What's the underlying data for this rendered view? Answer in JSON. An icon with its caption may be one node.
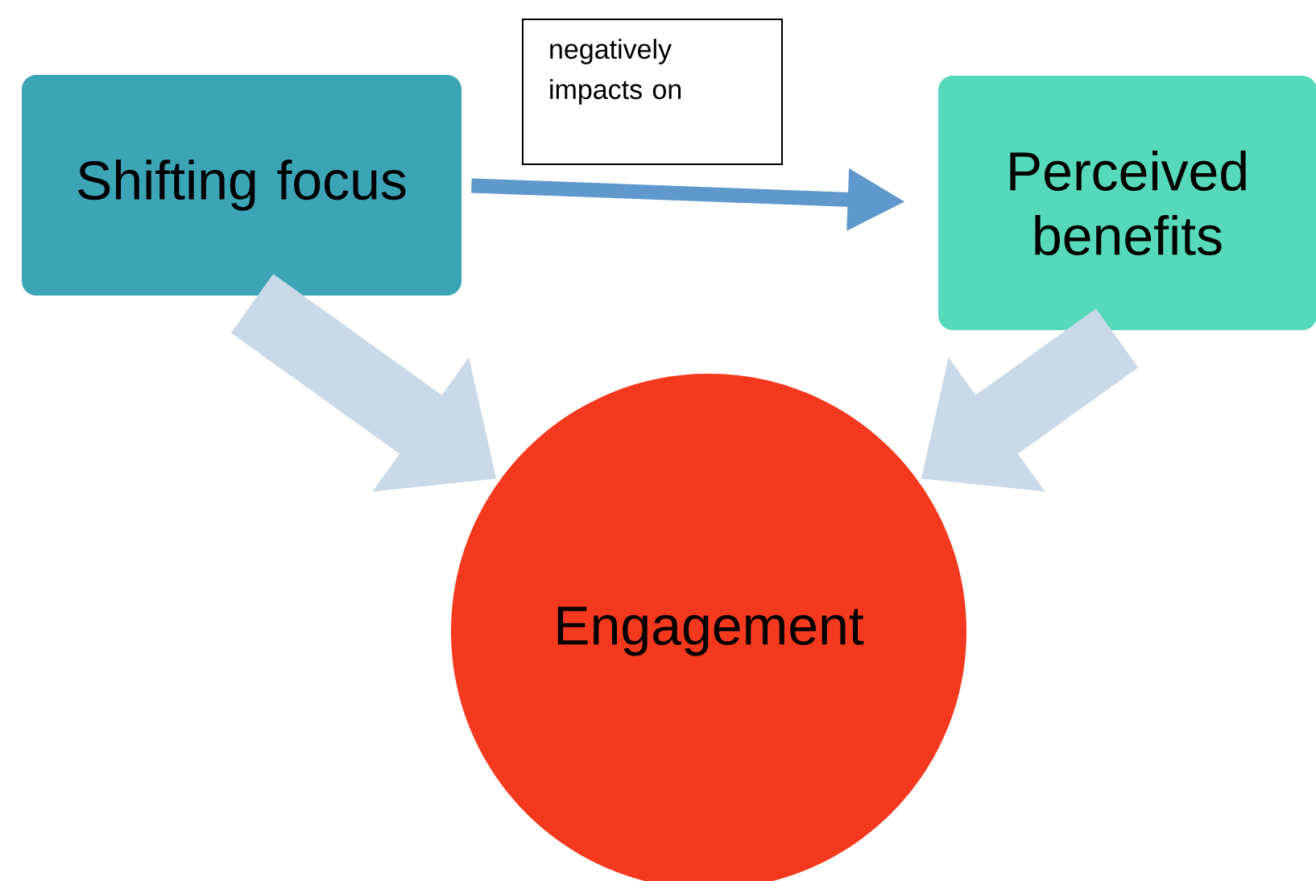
{
  "diagram": {
    "nodes": [
      {
        "text": [
          "Shifting focus"
        ]
      },
      {
        "text": [
          "Perceived benefits"
        ]
      },
      {
        "text": [
          "Engagement"
        ]
      }
    ],
    "edges": [
      {
        "from": 0,
        "to": 1,
        "arrow": "to",
        "label": "negatively impacts on",
        "color": "#5e98cc"
      },
      {
        "from": 0,
        "to": 2,
        "arrow": "to"
      },
      {
        "from": 1,
        "to": 2,
        "arrow": "to"
      }
    ]
  }
}
